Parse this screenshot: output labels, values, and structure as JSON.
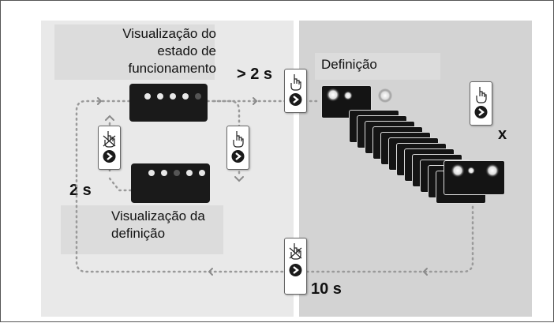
{
  "labels": {
    "status_view": "Visualização do estado de funcionamento",
    "setting_view": "Visualização da definição",
    "setting": "Definição",
    "gt_2s": "> 2 s",
    "two_s": "2 s",
    "ten_s": "10 s",
    "x": "x"
  },
  "icons": {
    "press": "pointing-hand-icon",
    "no_press": "crossed-hand-icon",
    "next": "next-arrow-icon"
  },
  "colors": {
    "left_panel": "#e9e9e9",
    "right_panel": "#d3d3d3",
    "display": "#1a1a1a",
    "path": "#9a9a9a"
  }
}
